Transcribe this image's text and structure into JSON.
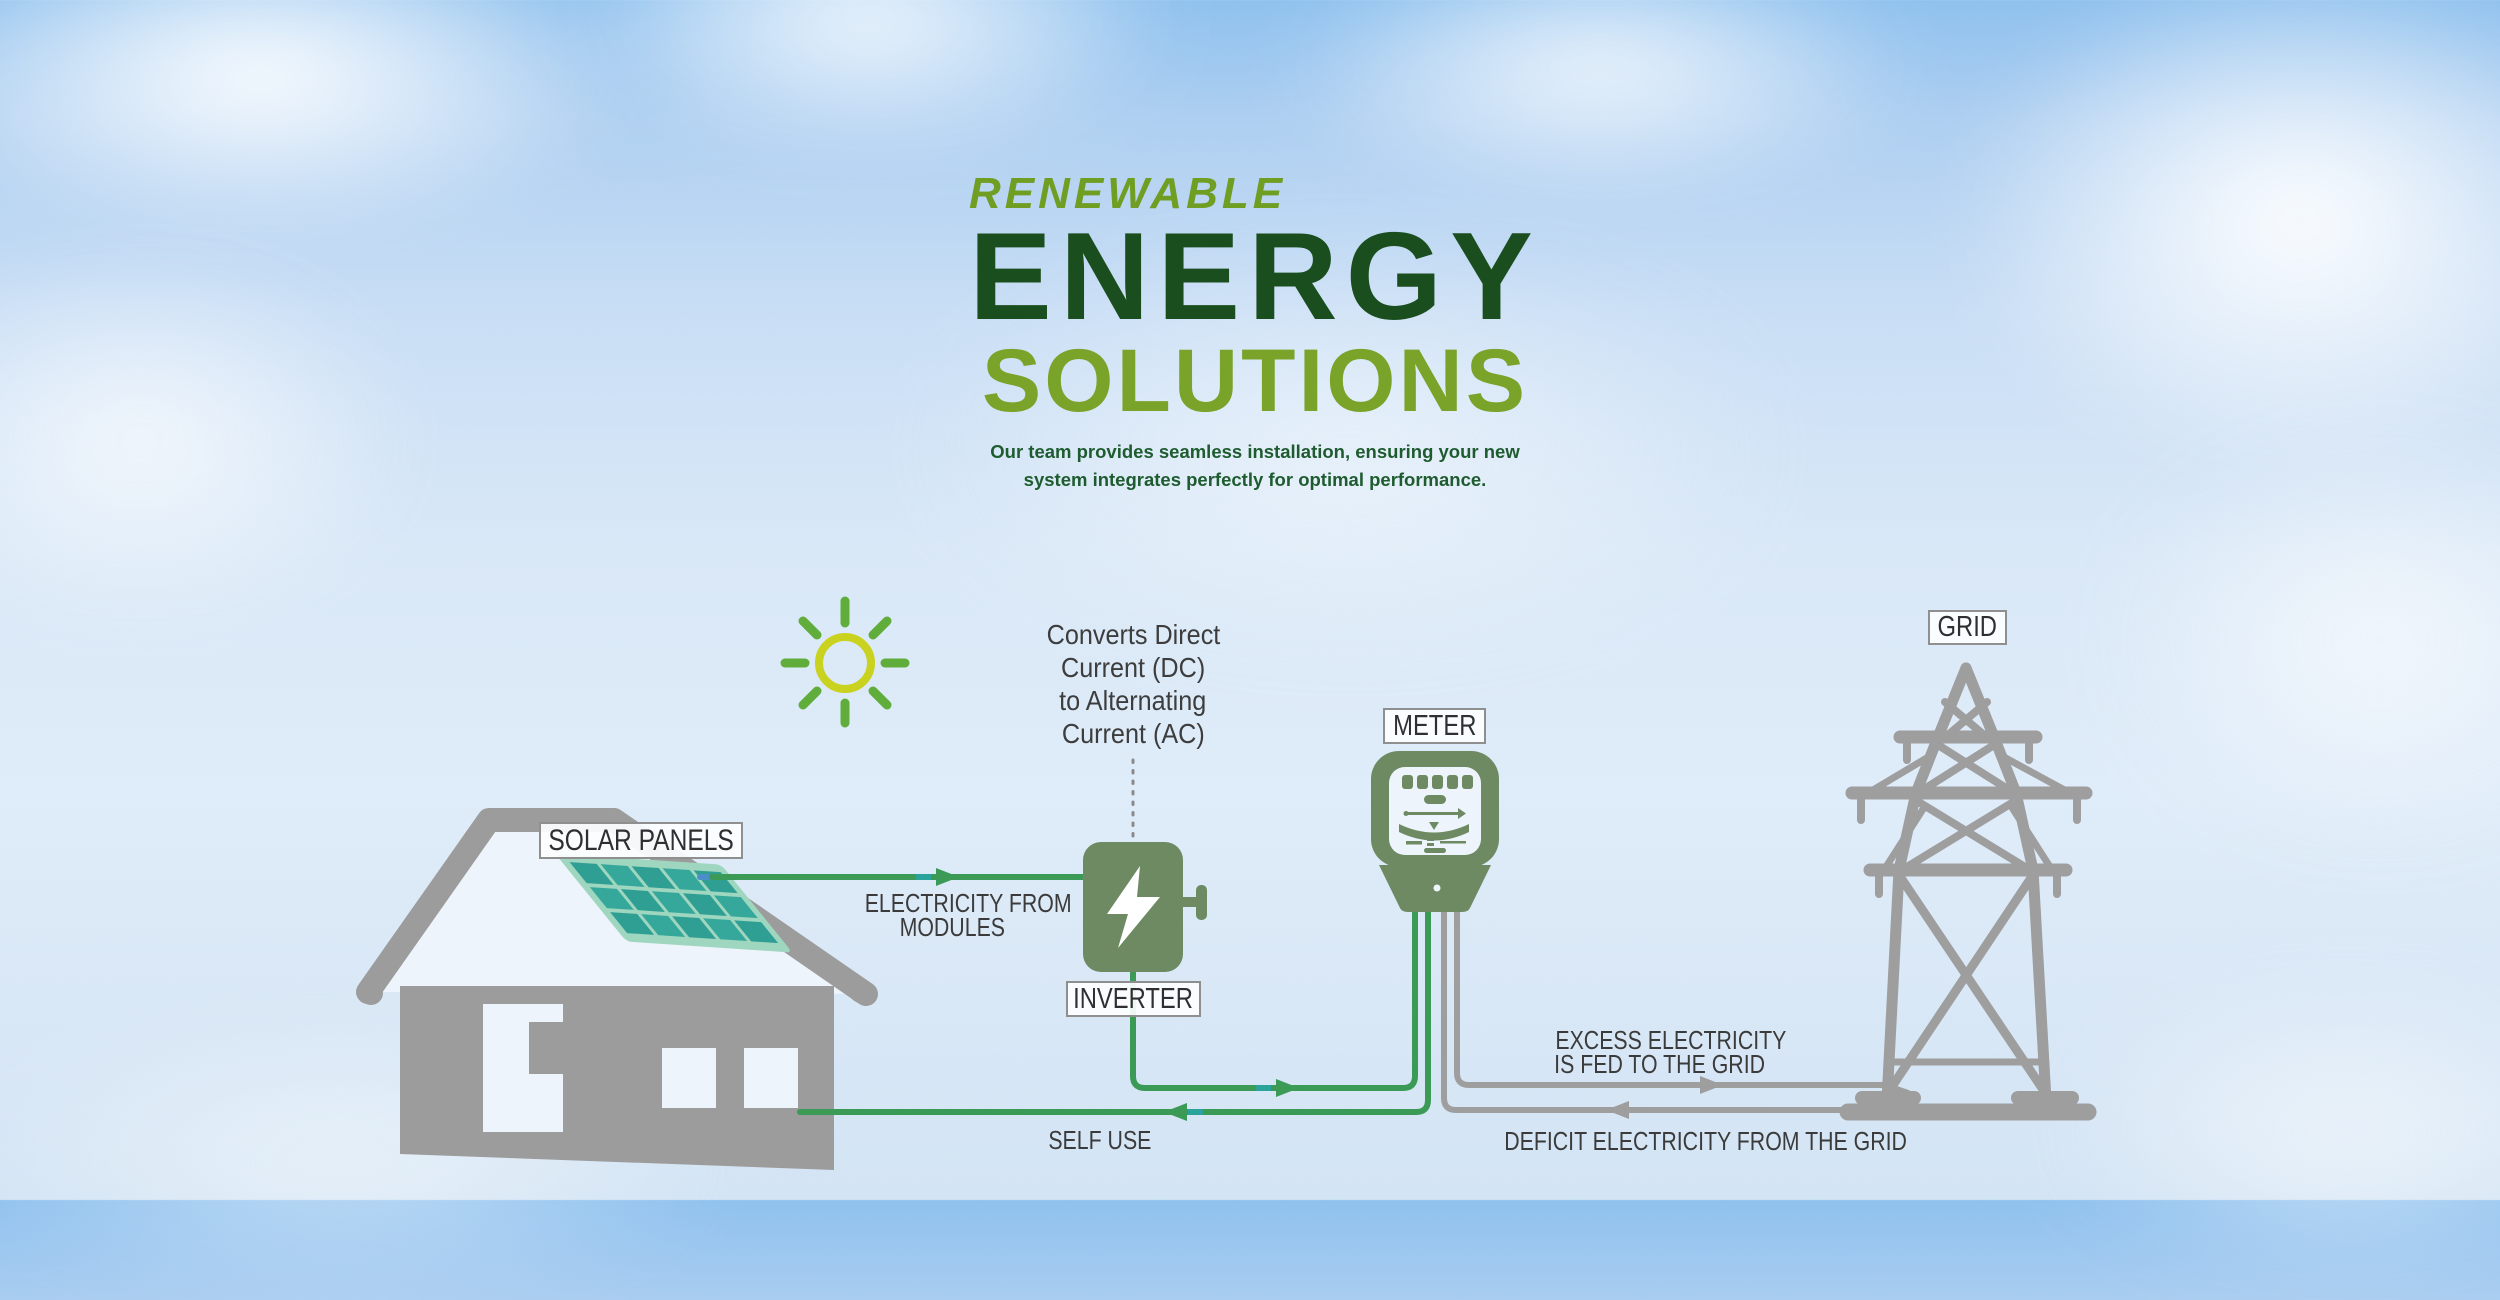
{
  "hero": {
    "kicker": "RENEWABLE",
    "title": "ENERGY",
    "subtitle": "SOLUTIONS",
    "description": [
      "Our team provides seamless installation, ensuring your new",
      "system integrates perfectly for optimal performance."
    ]
  },
  "diagram": {
    "boxed_labels": {
      "solar_panels": "SOLAR PANELS",
      "inverter": "INVERTER",
      "meter": "METER",
      "grid": "GRID"
    },
    "flow_labels": {
      "electricity_from_modules": [
        "ELECTRICITY FROM",
        "MODULES"
      ],
      "inverter_note": [
        "Converts Direct",
        "Current (DC)",
        "to Alternating",
        "Current (AC)"
      ],
      "excess": [
        "EXCESS ELECTRICITY",
        "IS FED TO THE GRID"
      ],
      "self_use": "SELF USE",
      "deficit": "DEFICIT ELECTRICITY FROM THE GRID"
    }
  },
  "colors": {
    "kicker_green": "#6f9e22",
    "title_dark_green": "#1a4e1e",
    "subtitle_olive": "#7aa32a",
    "description_green": "#1e5c30",
    "device_olive": "#6d8a62",
    "silhouette_gray": "#9c9c9c",
    "flow_line_green": "#3a9a56",
    "flow_accent_teal": "#2aa39b",
    "flow_line_gray": "#9e9e9e",
    "annotation_text": "#3b3b3b",
    "solar_cell_teal": "#2f9f93",
    "sun_ring_yellow": "#c9d21f",
    "sun_ray_green": "#60ad3b"
  }
}
